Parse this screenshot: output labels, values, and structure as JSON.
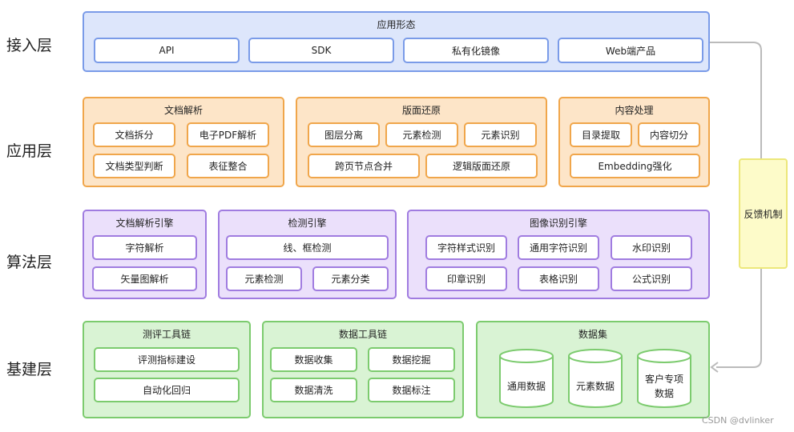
{
  "layers": {
    "access": "接入层",
    "application": "应用层",
    "algorithm": "算法层",
    "infrastructure": "基建层"
  },
  "access_panel": {
    "title": "应用形态",
    "items": [
      "API",
      "SDK",
      "私有化镜像",
      "Web端产品"
    ]
  },
  "app_panels": {
    "doc_parse": {
      "title": "文档解析",
      "items": [
        "文档拆分",
        "电子PDF解析",
        "文档类型判断",
        "表征整合"
      ]
    },
    "layout_restore": {
      "title": "版面还原",
      "items": [
        "图层分离",
        "元素检测",
        "元素识别",
        "跨页节点合并",
        "逻辑版面还原"
      ]
    },
    "content_process": {
      "title": "内容处理",
      "items": [
        "目录提取",
        "内容切分",
        "Embedding强化"
      ]
    }
  },
  "algo_panels": {
    "doc_engine": {
      "title": "文档解析引擎",
      "items": [
        "字符解析",
        "矢量图解析"
      ]
    },
    "detect_engine": {
      "title": "检测引擎",
      "items": [
        "线、框检测",
        "元素检测",
        "元素分类"
      ]
    },
    "image_engine": {
      "title": "图像识别引擎",
      "items": [
        "字符样式识别",
        "通用字符识别",
        "水印识别",
        "印章识别",
        "表格识别",
        "公式识别"
      ]
    }
  },
  "infra_panels": {
    "eval_chain": {
      "title": "测评工具链",
      "items": [
        "评测指标建设",
        "自动化回归"
      ]
    },
    "data_chain": {
      "title": "数据工具链",
      "items": [
        "数据收集",
        "数据挖掘",
        "数据清洗",
        "数据标注"
      ]
    },
    "dataset": {
      "title": "数据集",
      "items": [
        "通用数据",
        "元素数据",
        "客户专项数据"
      ]
    }
  },
  "feedback": "反馈机制",
  "watermark": "CSDN @dvlinker",
  "colors": {
    "blue_fill": "#dde6fb",
    "blue_border": "#7a9be8",
    "orange_fill": "#fde5c8",
    "orange_border": "#f0a64b",
    "purple_fill": "#ebe0fb",
    "purple_border": "#a07ce0",
    "green_fill": "#d9f3d4",
    "green_border": "#7ccb6e",
    "feedback_fill": "#fdfbc9",
    "feedback_border": "#ece77a",
    "arrow": "#bbbbbb"
  }
}
